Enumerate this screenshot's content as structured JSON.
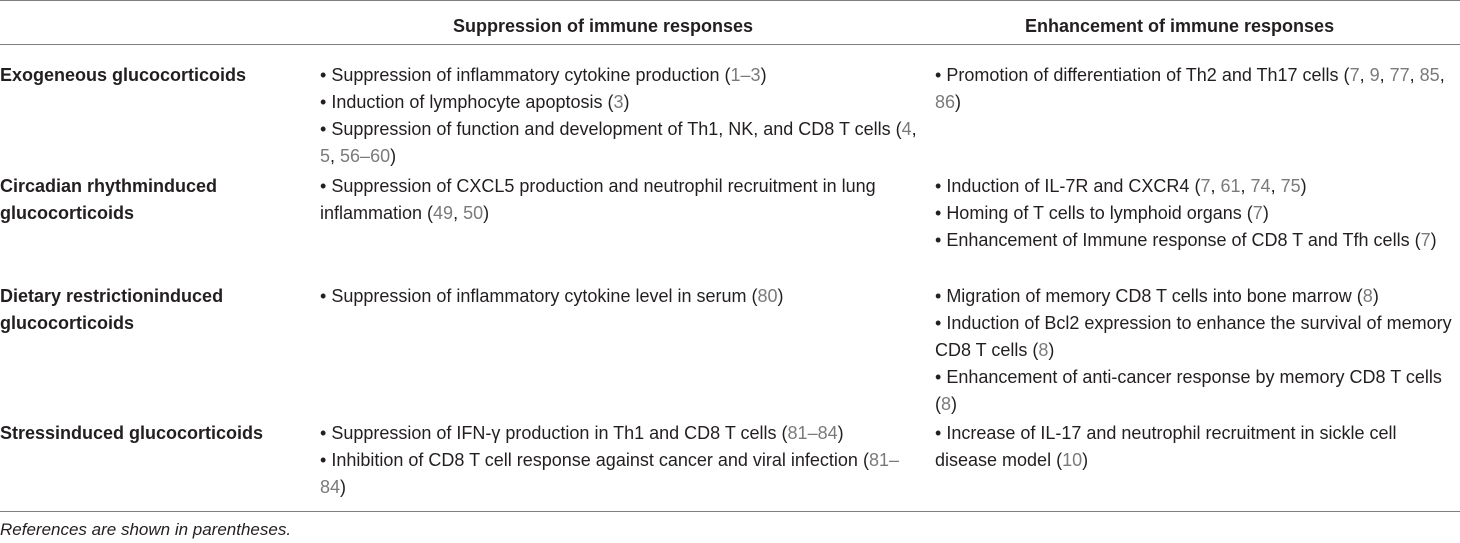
{
  "table": {
    "headers": {
      "row_label": "",
      "suppression": "Suppression of immune responses",
      "enhancement": "Enhancement of immune responses"
    },
    "rows": [
      {
        "label": "Exogeneous glucocorticoids",
        "suppression": [
          {
            "text": "Suppression of inflammatory cytokine production (",
            "refs": [
              "1–3"
            ]
          },
          {
            "text": "Induction of lymphocyte apoptosis (",
            "refs": [
              "3"
            ]
          },
          {
            "text": "Suppression of function and development of Th1, NK, and CD8 T cells (",
            "refs": [
              "4",
              "5",
              "56–60"
            ]
          }
        ],
        "enhancement": [
          {
            "text": "Promotion of differentiation of Th2 and Th17 cells (",
            "refs": [
              "7",
              "9",
              "77",
              "85",
              "86"
            ]
          }
        ]
      },
      {
        "label": "Circadian rhythminduced glucocorticoids",
        "suppression": [
          {
            "text": "Suppression of CXCL5 production and neutrophil recruitment in lung inflammation (",
            "refs": [
              "49",
              "50"
            ]
          }
        ],
        "enhancement": [
          {
            "text": "Induction of IL-7R and CXCR4 (",
            "refs": [
              "7",
              "61",
              "74",
              "75"
            ]
          },
          {
            "text": "Homing of T cells to lymphoid organs (",
            "refs": [
              "7"
            ]
          },
          {
            "text": "Enhancement of Immune response of CD8 T and Tfh cells (",
            "refs": [
              "7"
            ]
          }
        ]
      },
      {
        "label": "Dietary restrictioninduced glucocorticoids",
        "suppression": [
          {
            "text": "Suppression of inflammatory cytokine level in serum (",
            "refs": [
              "80"
            ]
          }
        ],
        "enhancement": [
          {
            "text": "Migration of memory CD8 T cells into bone marrow (",
            "refs": [
              "8"
            ]
          },
          {
            "text": "Induction of Bcl2 expression to enhance the survival of memory CD8 T cells (",
            "refs": [
              "8"
            ]
          },
          {
            "text": "Enhancement of anti-cancer response by memory CD8 T cells (",
            "refs": [
              "8"
            ]
          }
        ]
      },
      {
        "label": "Stressinduced glucocorticoids",
        "suppression": [
          {
            "text": "Suppression of IFN-γ production in Th1 and CD8 T cells (",
            "refs": [
              "81–84"
            ]
          },
          {
            "text": "Inhibition of CD8 T cell response against cancer and viral infection (",
            "refs": [
              "81–84"
            ]
          }
        ],
        "enhancement": [
          {
            "text": "Increase of IL-17 and neutrophil recruitment in sickle cell disease model (",
            "refs": [
              "10"
            ]
          }
        ]
      }
    ],
    "footnote": "References are shown in parentheses.",
    "bullet_char": "•",
    "ref_separator": ", ",
    "close_paren": ")"
  },
  "colors": {
    "text": "#231f20",
    "reference": "#7a7a7a",
    "rule": "#7f7f7f"
  }
}
